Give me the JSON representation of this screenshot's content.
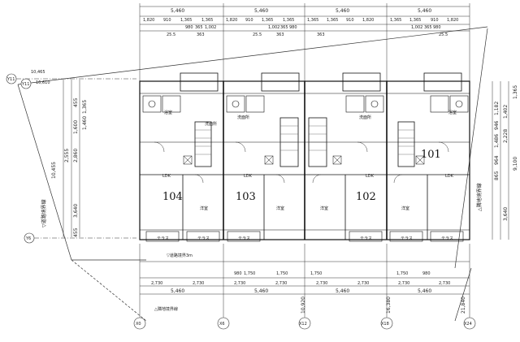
{
  "top_dims": {
    "row1": [
      "5,460",
      "5,460",
      "5,460",
      "5,460"
    ],
    "row2": [
      "1,820",
      "910",
      "1,365",
      "1,365",
      "1,820",
      "910",
      "1,365",
      "1,365",
      "1,365",
      "1,365",
      "910",
      "1,820",
      "1,365",
      "1,365",
      "910",
      "1,820"
    ],
    "row3": [
      "980",
      "365",
      "1,002",
      "1,002",
      "365",
      "980",
      "1,002",
      "365",
      "980"
    ],
    "row4": [
      "25.5",
      "363",
      "25.5",
      "363",
      "363",
      "25.5"
    ]
  },
  "left_dims": [
    "10,465",
    "16,610",
    "455",
    "1,365",
    "1,600",
    "1,460",
    "2,860",
    "3,640",
    "455"
  ],
  "left_labels": [
    "10,455",
    "2,555"
  ],
  "left_caption": "▽道路境界線",
  "right_dims": [
    "1,365",
    "1,182",
    "1,402",
    "946",
    "1,486",
    "2,228",
    "964",
    "865",
    "3,640",
    "9,100"
  ],
  "right_caption": "△隣地境界線",
  "axes_left": [
    "Y11",
    "Y11",
    "Y6"
  ],
  "axes_bottom": [
    "X0",
    "X6",
    "X12",
    "X18",
    "X24"
  ],
  "bottom_dims": {
    "row1": [
      "1,750",
      "980",
      "1,750",
      "1,750",
      "980",
      "1,750"
    ],
    "row2": [
      "2,730",
      "2,730",
      "2,730",
      "2,730",
      "2,730",
      "2,730",
      "2,730",
      "2,730"
    ],
    "row3": [
      "5,460",
      "5,460",
      "5,460",
      "5,460"
    ]
  },
  "bottom_captions": {
    "road": "▽道路境界3m",
    "neighbor": "△隣地境界線",
    "v1": "10,920",
    "v2": "16,380",
    "v3": "21,840"
  },
  "units": [
    "104",
    "103",
    "102",
    "101"
  ],
  "rooms": {
    "ldk": "LDK",
    "bed": "洋室",
    "terrace": "テラス",
    "bath": "浴室",
    "wash": "洗面所"
  }
}
